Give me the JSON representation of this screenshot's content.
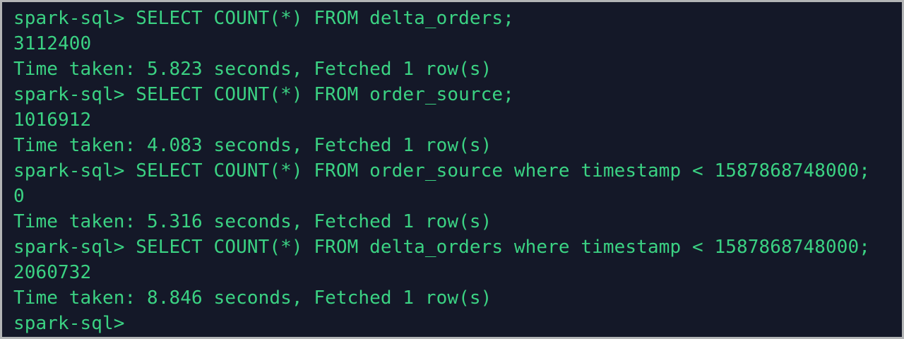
{
  "colors": {
    "background": "#141828",
    "text": "#3bd283",
    "border": "#b3b5b6"
  },
  "terminal": {
    "app": "spark-sql shell",
    "prompt": "spark-sql>",
    "lines": [
      {
        "kind": "command",
        "text": "spark-sql> SELECT COUNT(*) FROM delta_orders;"
      },
      {
        "kind": "result",
        "text": "3112400"
      },
      {
        "kind": "status",
        "text": "Time taken: 5.823 seconds, Fetched 1 row(s)"
      },
      {
        "kind": "command",
        "text": "spark-sql> SELECT COUNT(*) FROM order_source;"
      },
      {
        "kind": "result",
        "text": "1016912"
      },
      {
        "kind": "status",
        "text": "Time taken: 4.083 seconds, Fetched 1 row(s)"
      },
      {
        "kind": "command",
        "text": "spark-sql> SELECT COUNT(*) FROM order_source where timestamp < 1587868748000;"
      },
      {
        "kind": "result",
        "text": "0"
      },
      {
        "kind": "status",
        "text": "Time taken: 5.316 seconds, Fetched 1 row(s)"
      },
      {
        "kind": "command",
        "text": "spark-sql> SELECT COUNT(*) FROM delta_orders where timestamp < 1587868748000;"
      },
      {
        "kind": "result",
        "text": "2060732"
      },
      {
        "kind": "status",
        "text": "Time taken: 8.846 seconds, Fetched 1 row(s)"
      },
      {
        "kind": "prompt",
        "text": "spark-sql>"
      }
    ]
  }
}
